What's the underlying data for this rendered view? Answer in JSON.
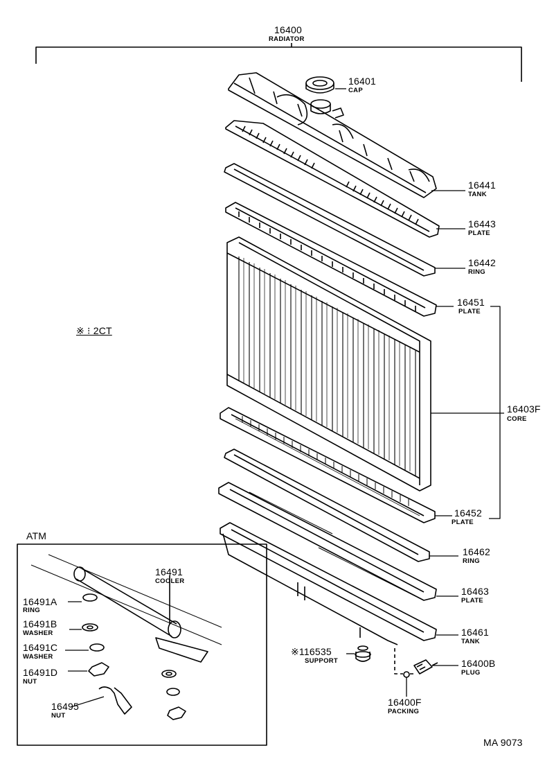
{
  "radiator": {
    "number": "16400",
    "name": "RADIATOR"
  },
  "applicability_note": "※ ⁝ 2CT",
  "parts": {
    "cap": {
      "number": "16401",
      "name": "CAP"
    },
    "tank_upper": {
      "number": "16441",
      "name": "TANK"
    },
    "plate_1": {
      "number": "16443",
      "name": "PLATE"
    },
    "ring_1": {
      "number": "16442",
      "name": "RING"
    },
    "plate_2": {
      "number": "16451",
      "name": "PLATE"
    },
    "core": {
      "number": "16403F",
      "name": "CORE"
    },
    "plate_3": {
      "number": "16452",
      "name": "PLATE"
    },
    "ring_2": {
      "number": "16462",
      "name": "RING"
    },
    "plate_4": {
      "number": "16463",
      "name": "PLATE"
    },
    "tank_lower": {
      "number": "16461",
      "name": "TANK"
    },
    "support": {
      "number": "※116535",
      "name": "SUPPORT"
    },
    "plug": {
      "number": "16400B",
      "name": "PLUG"
    },
    "packing": {
      "number": "16400F",
      "name": "PACKING"
    }
  },
  "atm": {
    "title": "ATM",
    "cooler": {
      "number": "16491",
      "name": "COOLER"
    },
    "ring": {
      "number": "16491A",
      "name": "RING"
    },
    "washer1": {
      "number": "16491B",
      "name": "WASHER"
    },
    "washer2": {
      "number": "16491C",
      "name": "WASHER"
    },
    "nut1": {
      "number": "16491D",
      "name": "NUT"
    },
    "nut2": {
      "number": "16495",
      "name": "NUT"
    }
  },
  "figure_code": "MA 9073"
}
